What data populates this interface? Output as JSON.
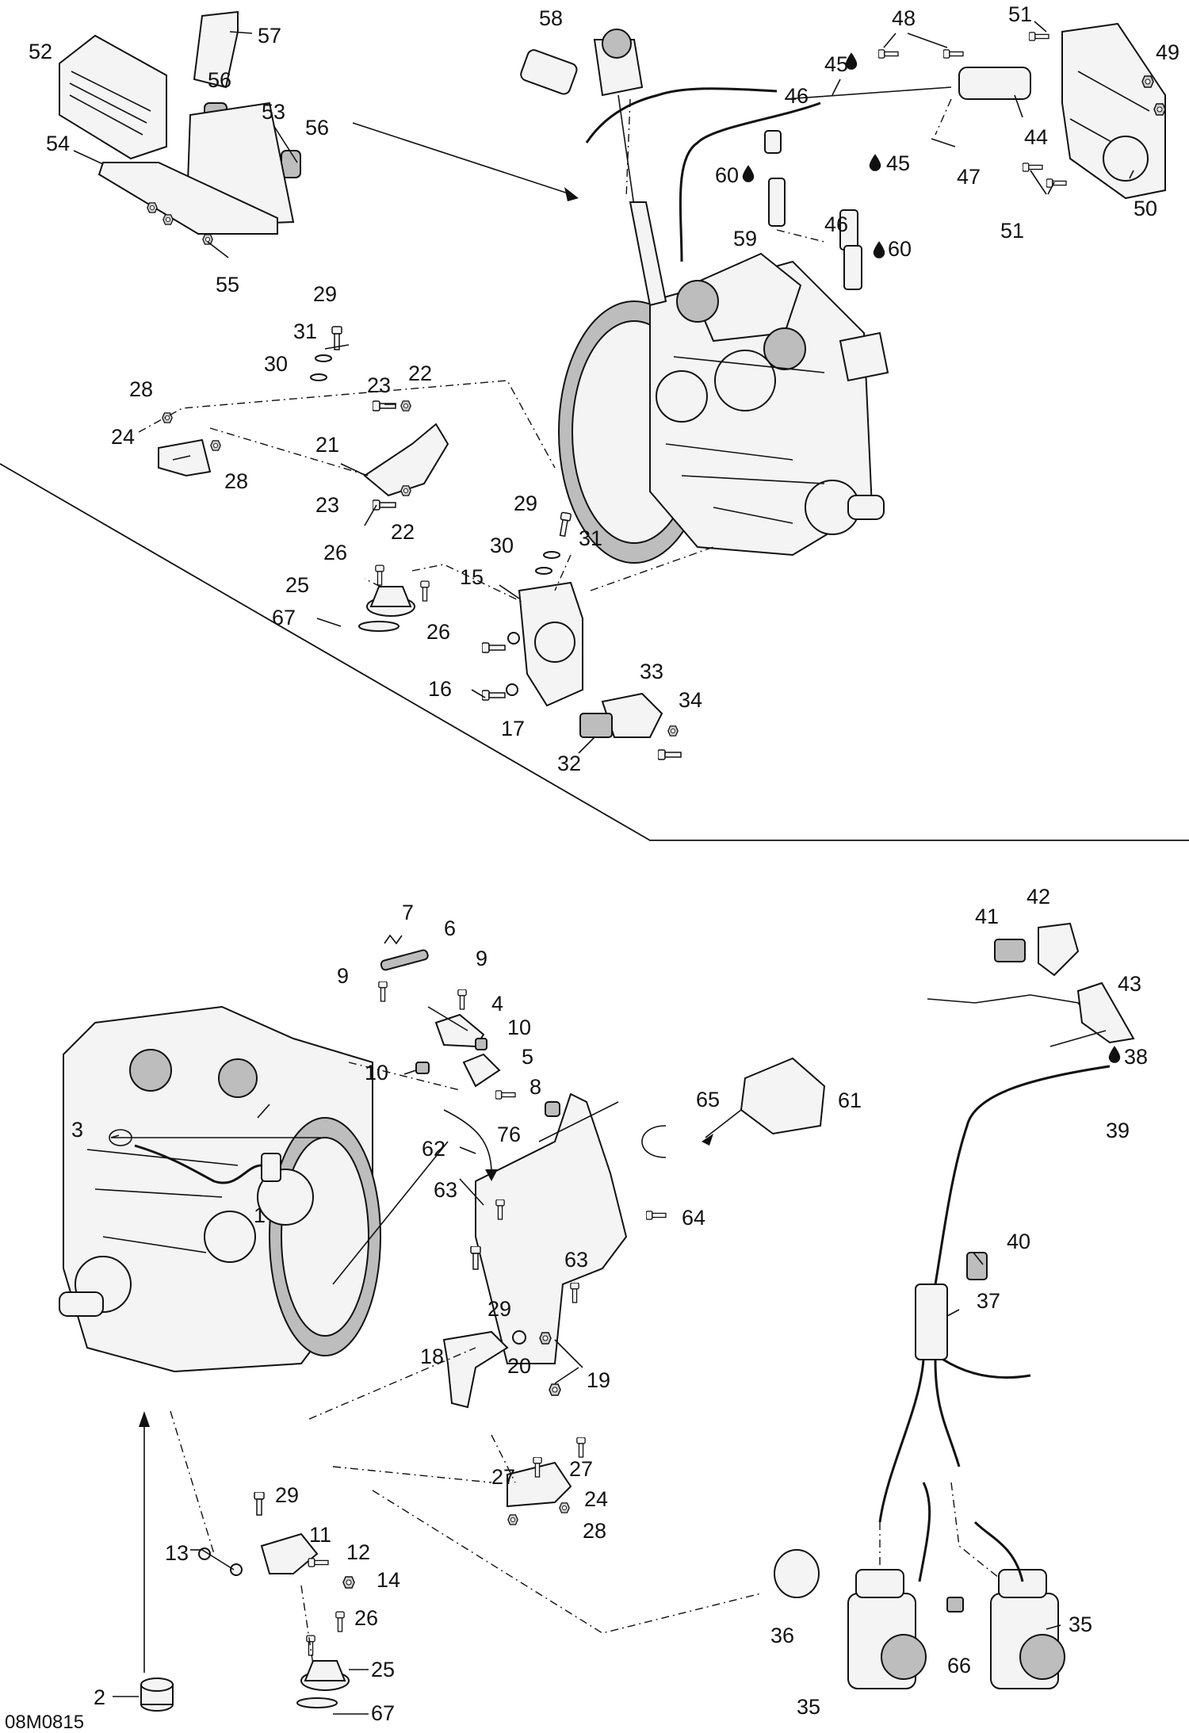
{
  "diagram_ref": "08M0815",
  "parts": [
    "1",
    "2",
    "3",
    "4",
    "5",
    "6",
    "7",
    "8",
    "9",
    "10",
    "11",
    "12",
    "13",
    "14",
    "15",
    "16",
    "17",
    "18",
    "19",
    "20",
    "21",
    "22",
    "23",
    "24",
    "25",
    "26",
    "27",
    "28",
    "29",
    "30",
    "31",
    "32",
    "33",
    "34",
    "35",
    "36",
    "37",
    "38",
    "39",
    "40",
    "41",
    "42",
    "43",
    "44",
    "45",
    "46",
    "47",
    "48",
    "49",
    "50",
    "51",
    "52",
    "53",
    "54",
    "55",
    "56",
    "57",
    "58",
    "59",
    "60",
    "61",
    "62",
    "63",
    "64",
    "65",
    "66",
    "67",
    "76"
  ],
  "callouts": [
    {
      "label": "57"
    },
    {
      "label": "52"
    },
    {
      "label": "56"
    },
    {
      "label": "53"
    },
    {
      "label": "56"
    },
    {
      "label": "54"
    },
    {
      "label": "55"
    },
    {
      "label": "58"
    },
    {
      "label": "48"
    },
    {
      "label": "51"
    },
    {
      "label": "49"
    },
    {
      "label": "45"
    },
    {
      "label": "46"
    },
    {
      "label": "45"
    },
    {
      "label": "44"
    },
    {
      "label": "47"
    },
    {
      "label": "60"
    },
    {
      "label": "46"
    },
    {
      "label": "59"
    },
    {
      "label": "60"
    },
    {
      "label": "50"
    },
    {
      "label": "51"
    },
    {
      "label": "29"
    },
    {
      "label": "31"
    },
    {
      "label": "30"
    },
    {
      "label": "23"
    },
    {
      "label": "22"
    },
    {
      "label": "28"
    },
    {
      "label": "24"
    },
    {
      "label": "21"
    },
    {
      "label": "28"
    },
    {
      "label": "23"
    },
    {
      "label": "22"
    },
    {
      "label": "29"
    },
    {
      "label": "31"
    },
    {
      "label": "30"
    },
    {
      "label": "26"
    },
    {
      "label": "15"
    },
    {
      "label": "25"
    },
    {
      "label": "67"
    },
    {
      "label": "26"
    },
    {
      "label": "16"
    },
    {
      "label": "17"
    },
    {
      "label": "33"
    },
    {
      "label": "34"
    },
    {
      "label": "32"
    },
    {
      "label": "7"
    },
    {
      "label": "6"
    },
    {
      "label": "9"
    },
    {
      "label": "9"
    },
    {
      "label": "4"
    },
    {
      "label": "10"
    },
    {
      "label": "10"
    },
    {
      "label": "5"
    },
    {
      "label": "8"
    },
    {
      "label": "65"
    },
    {
      "label": "61"
    },
    {
      "label": "76"
    },
    {
      "label": "62"
    },
    {
      "label": "63"
    },
    {
      "label": "64"
    },
    {
      "label": "63"
    },
    {
      "label": "3"
    },
    {
      "label": "1"
    },
    {
      "label": "29"
    },
    {
      "label": "18"
    },
    {
      "label": "20"
    },
    {
      "label": "19"
    },
    {
      "label": "27"
    },
    {
      "label": "27"
    },
    {
      "label": "24"
    },
    {
      "label": "28"
    },
    {
      "label": "29"
    },
    {
      "label": "11"
    },
    {
      "label": "12"
    },
    {
      "label": "13"
    },
    {
      "label": "14"
    },
    {
      "label": "26"
    },
    {
      "label": "25"
    },
    {
      "label": "67"
    },
    {
      "label": "2"
    },
    {
      "label": "41"
    },
    {
      "label": "42"
    },
    {
      "label": "43"
    },
    {
      "label": "38"
    },
    {
      "label": "39"
    },
    {
      "label": "40"
    },
    {
      "label": "37"
    },
    {
      "label": "35"
    },
    {
      "label": "36"
    },
    {
      "label": "66"
    },
    {
      "label": "35"
    }
  ]
}
